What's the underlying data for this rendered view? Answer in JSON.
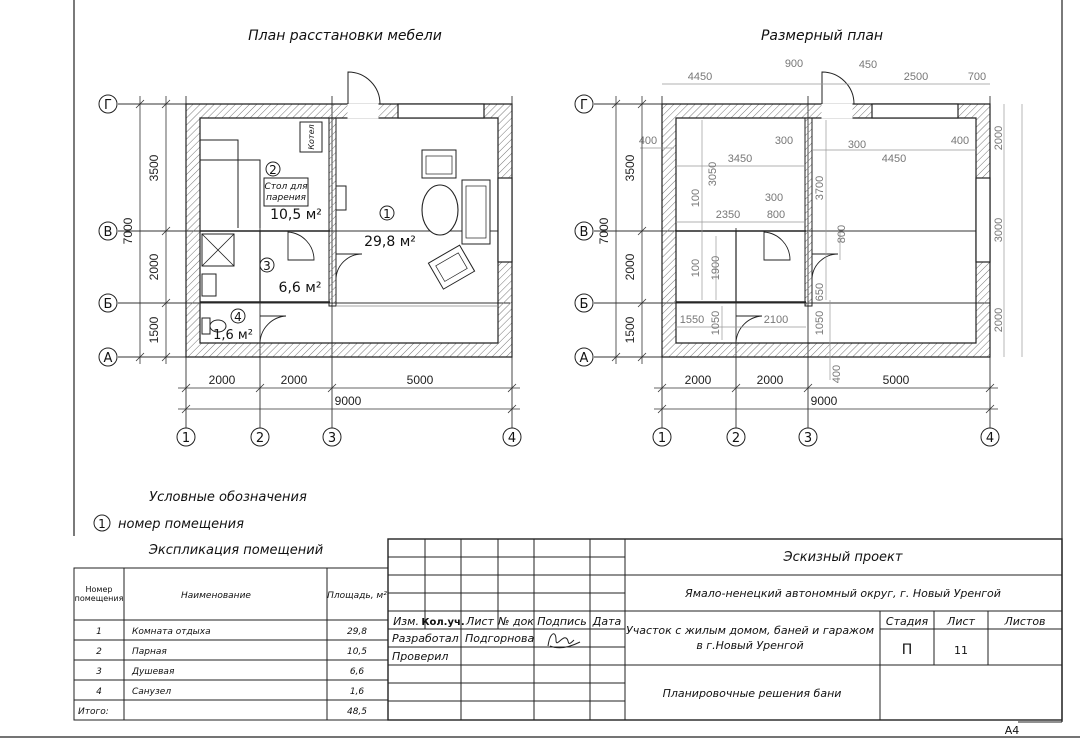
{
  "furniture_plan": {
    "title": "План расстановки мебели",
    "axis_letters": [
      "Г",
      "В",
      "Б",
      "А"
    ],
    "axis_numbers": [
      "1",
      "2",
      "3",
      "4"
    ],
    "vertical_dims": [
      "3500",
      "2000",
      "1500"
    ],
    "vertical_total": "7000",
    "horizontal_dims": [
      "2000",
      "2000",
      "5000"
    ],
    "horizontal_total": "9000",
    "rooms": [
      {
        "number": "1",
        "area": "29,8 м²"
      },
      {
        "number": "2",
        "area": "10,5 м²"
      },
      {
        "number": "3",
        "area": "6,6 м²"
      },
      {
        "number": "4",
        "area": "1,6 м²"
      }
    ],
    "furniture_labels": {
      "boiler": "Котел",
      "table_line1": "Стол для",
      "table_line2": "парения"
    }
  },
  "dimension_plan": {
    "title": "Размерный план",
    "axis_letters": [
      "Г",
      "В",
      "Б",
      "А"
    ],
    "axis_numbers": [
      "1",
      "2",
      "3",
      "4"
    ],
    "vertical_dims": [
      "3500",
      "2000",
      "1500"
    ],
    "vertical_total": "7000",
    "horizontal_dims": [
      "2000",
      "2000",
      "5000"
    ],
    "horizontal_total": "9000",
    "top_dims": [
      "4450",
      "900",
      "450",
      "2500",
      "700"
    ],
    "right_dims": [
      "2000",
      "3000",
      "2000"
    ],
    "inner_dims": [
      "400",
      "300",
      "3450",
      "300",
      "4450",
      "400",
      "3050",
      "3700",
      "100",
      "2350",
      "800",
      "300",
      "800",
      "100",
      "1900",
      "650",
      "1550",
      "1050",
      "2100",
      "1050",
      "400"
    ]
  },
  "legend": {
    "title": "Условные обозначения",
    "symbol": "1",
    "text": "номер помещения"
  },
  "explication": {
    "title": "Экспликация помещений",
    "headers": [
      "Номер помещения",
      "Наименование",
      "Площадь, м²"
    ],
    "rows": [
      [
        "1",
        "Комната отдыха",
        "29,8"
      ],
      [
        "2",
        "Парная",
        "10,5"
      ],
      [
        "3",
        "Душевая",
        "6,6"
      ],
      [
        "4",
        "Санузел",
        "1,6"
      ]
    ],
    "total_label": "Итого:",
    "total_value": "48,5"
  },
  "stamp": {
    "col_headers": [
      "Изм.",
      "Кол.уч.",
      "Лист",
      "№ док",
      "Подпись",
      "Дата"
    ],
    "developed_label": "Разработал",
    "developer": "Подгорнова",
    "checked_label": "Проверил",
    "project_type": "Эскизный проект",
    "location": "Ямало-ненецкий автономный округ, г. Новый Уренгой",
    "object_line1": "Участок с жилым домом, баней и гаражом",
    "object_line2": "в г.Новый Уренгой",
    "stage_header": "Стадия",
    "sheet_header": "Лист",
    "sheets_header": "Листов",
    "stage": "П",
    "sheet": "11",
    "sheets": "",
    "drawing_title": "Планировочные решения бани",
    "format": "А4"
  }
}
